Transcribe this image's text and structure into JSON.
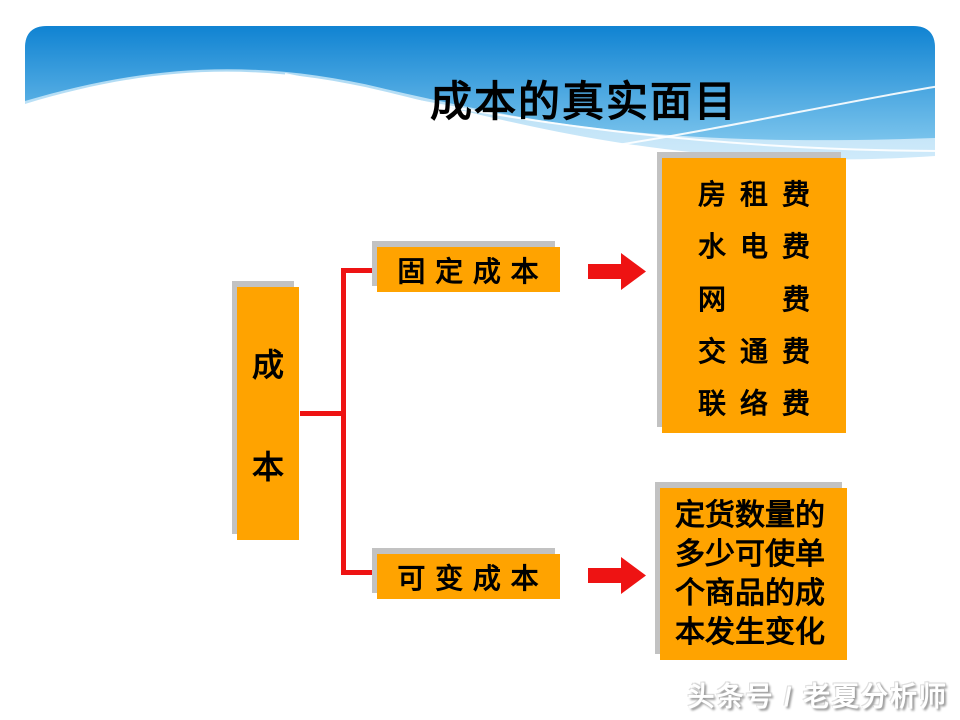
{
  "slide": {
    "title": "成本的真实面目",
    "watermark": "头条号 / 老夏分析师"
  },
  "colors": {
    "box_orange": "#ffa300",
    "connector_red": "#ee1313",
    "header_blue_dark": "#1083d2",
    "header_blue_mid": "#79c3ec",
    "header_blue_light": "#9dd2f0",
    "shadow_gray": "#c2c2c2"
  },
  "diagram": {
    "root": {
      "chars": [
        "成",
        "本"
      ]
    },
    "fixed_branch": {
      "label": "固 定 成 本",
      "items": [
        "房租费",
        "水电费",
        "网费",
        "交通费",
        "联络费"
      ]
    },
    "variable_branch": {
      "label": "可 变 成 本",
      "note": "定货数量的多少可使单个商品的成本发生变化"
    }
  }
}
